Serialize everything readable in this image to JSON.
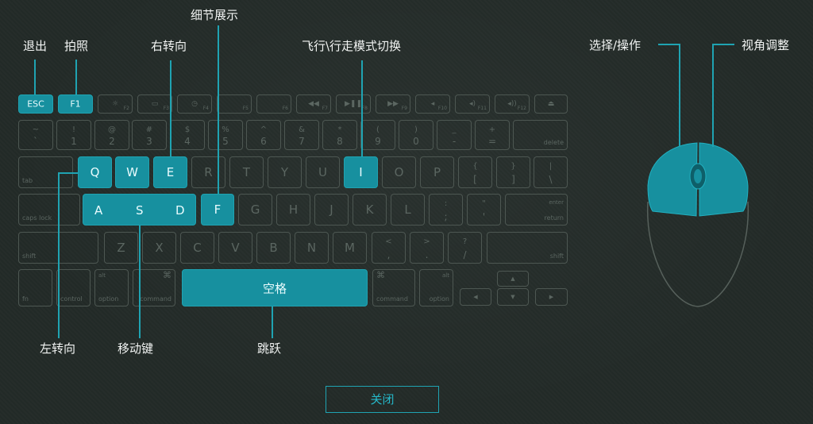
{
  "labels": {
    "exit": "退出",
    "screenshot": "拍照",
    "detail": "细节展示",
    "turn_right": "右转向",
    "fly_walk": "飞行\\行走模式切换",
    "select": "选择/操作",
    "view_adjust": "视角调整",
    "turn_left": "左转向",
    "move_keys": "移动键",
    "jump": "跳跃"
  },
  "keys": {
    "esc": "ESC",
    "f1": "F1",
    "f2": "F2",
    "f3": "F3",
    "f4": "F4",
    "f5": "F5",
    "f6": "F6",
    "f7": "F7",
    "f8": "F8",
    "f9": "F9",
    "f10": "F10",
    "f11": "F11",
    "f12": "F12",
    "tilde_t": "~",
    "tilde_b": "`",
    "n1_t": "!",
    "n1_b": "1",
    "n2_t": "@",
    "n2_b": "2",
    "n3_t": "#",
    "n3_b": "3",
    "n4_t": "$",
    "n4_b": "4",
    "n5_t": "%",
    "n5_b": "5",
    "n6_t": "^",
    "n6_b": "6",
    "n7_t": "&",
    "n7_b": "7",
    "n8_t": "*",
    "n8_b": "8",
    "n9_t": "(",
    "n9_b": "9",
    "n0_t": ")",
    "n0_b": "0",
    "minus_t": "_",
    "minus_b": "-",
    "plus_t": "+",
    "plus_b": "=",
    "delete": "delete",
    "tab": "tab",
    "q": "Q",
    "w": "W",
    "e": "E",
    "r": "R",
    "t": "T",
    "y": "Y",
    "u": "U",
    "i": "I",
    "o": "O",
    "p": "P",
    "lbr_t": "{",
    "lbr_b": "[",
    "rbr_t": "}",
    "rbr_b": "]",
    "bsl_t": "|",
    "bsl_b": "\\",
    "capslock": "caps lock",
    "a": "A",
    "s": "S",
    "d": "D",
    "f": "F",
    "g": "G",
    "h": "H",
    "j": "J",
    "k": "K",
    "l": "L",
    "semi_t": ":",
    "semi_b": ";",
    "quote_t": "\"",
    "quote_b": "'",
    "enter": "enter",
    "return": "return",
    "shift": "shift",
    "z": "Z",
    "x": "X",
    "c": "C",
    "v": "V",
    "b": "B",
    "n": "N",
    "m": "M",
    "comma_t": "<",
    "comma_b": ",",
    "dot_t": ">",
    "dot_b": ".",
    "slash_t": "?",
    "slash_b": "/",
    "fn": "fn",
    "control": "control",
    "alt": "alt",
    "option": "option",
    "cmd_sym": "⌘",
    "command": "command",
    "space": "空格",
    "arrow_up": "▲",
    "arrow_down": "▼",
    "arrow_left": "◀",
    "arrow_right": "▶"
  },
  "close_button": "关闭",
  "colors": {
    "accent": "#1fa3b2",
    "key_border": "#4d5752",
    "background": "#232b28"
  }
}
